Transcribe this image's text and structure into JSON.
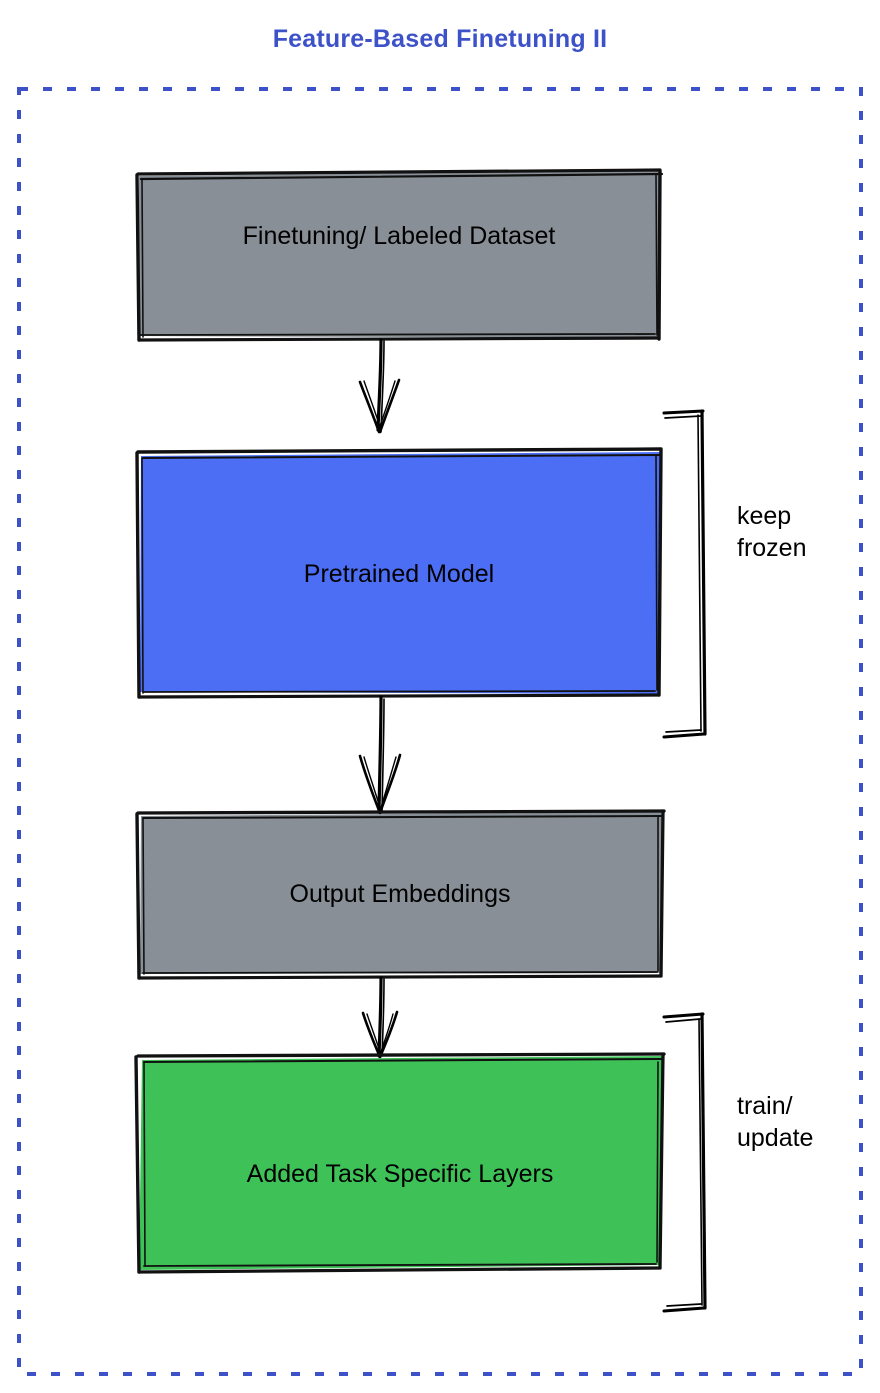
{
  "title": {
    "text": "Feature-Based Finetuning II",
    "color": "#3d52c9"
  },
  "frame": {
    "style": "dashed",
    "color": "#3d52c9"
  },
  "nodes": [
    {
      "id": "finetuning-dataset",
      "label": "Finetuning/ Labeled Dataset",
      "fill": "#888f96",
      "stroke": "#000000"
    },
    {
      "id": "pretrained-model",
      "label": "Pretrained Model",
      "fill": "#4c6ef5",
      "stroke": "#000000"
    },
    {
      "id": "output-embeddings",
      "label": "Output Embeddings",
      "fill": "#888f96",
      "stroke": "#000000"
    },
    {
      "id": "added-task-specific-layers",
      "label": "Added Task Specific Layers",
      "fill": "#3ec257",
      "stroke": "#000000"
    }
  ],
  "brackets": [
    {
      "id": "keep-frozen",
      "line1": "keep",
      "line2": "frozen"
    },
    {
      "id": "train-update",
      "line1": "train/",
      "line2": "update"
    }
  ],
  "edges": [
    {
      "from": "finetuning-dataset",
      "to": "pretrained-model"
    },
    {
      "from": "pretrained-model",
      "to": "output-embeddings"
    },
    {
      "from": "output-embeddings",
      "to": "added-task-specific-layers"
    }
  ]
}
